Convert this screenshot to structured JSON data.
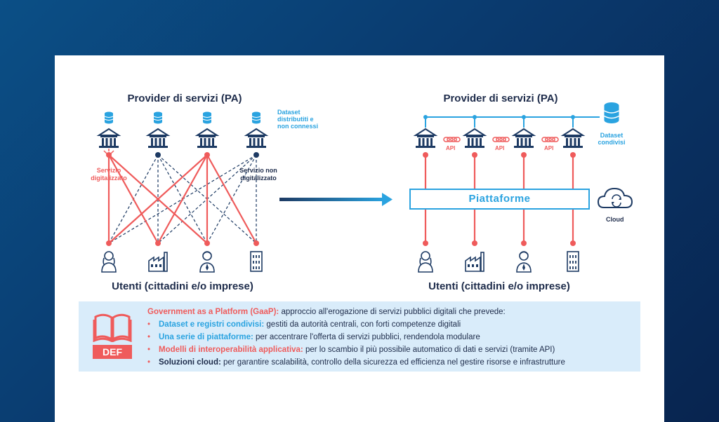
{
  "left": {
    "provider_title": "Provider di servizi (PA)",
    "dataset_label": [
      "Dataset",
      "distributiti e",
      "non connessi"
    ],
    "servizio_digitalizzato": [
      "Servizio",
      "digitalizzato"
    ],
    "servizio_non": [
      "Servizio non",
      "digitalizzato"
    ],
    "users_title": "Utenti (cittadini e/o imprese)"
  },
  "right": {
    "provider_title": "Provider di servizi (PA)",
    "dataset_label": [
      "Dataset",
      "condivisi"
    ],
    "api_labels": [
      "API",
      "API",
      "API"
    ],
    "platform_label": "Piattaforme",
    "cloud_label": "Cloud",
    "users_title": "Utenti (cittadini e/o imprese)"
  },
  "def": {
    "badge": "DEF",
    "intro_term": "Government as a Platform (GaaP):",
    "intro_text": " approccio all'erogazione di servizi pubblici digitali che prevede:",
    "bullets": [
      {
        "term": "Dataset e registri condivisi:",
        "text": " gestiti da autorità centrali, con forti competenze digitali"
      },
      {
        "term": "Una serie di piattaforme:",
        "text": " per accentrare l'offerta di servizi pubblici, rendendola modulare"
      },
      {
        "term": "Modelli di interoperabilità applicativa:",
        "text": " per lo scambio il più possibile automatico di dati e servizi (tramite API)"
      },
      {
        "term": "Soluzioni cloud:",
        "text": " per garantire scalabilità, controllo della sicurezza ed efficienza nel gestire risorse e infrastrutture"
      }
    ],
    "bullet_symbol": "•"
  },
  "colors": {
    "red": "#ef5b5b",
    "blue": "#2aa3e0",
    "navy": "#1d3a63",
    "dark": "#1d2b4a"
  },
  "icons": [
    "database-icon",
    "bank-icon",
    "woman-icon",
    "factory-icon",
    "man-icon",
    "building-icon",
    "cloud-sync-icon",
    "book-icon",
    "arrow-right-icon"
  ]
}
